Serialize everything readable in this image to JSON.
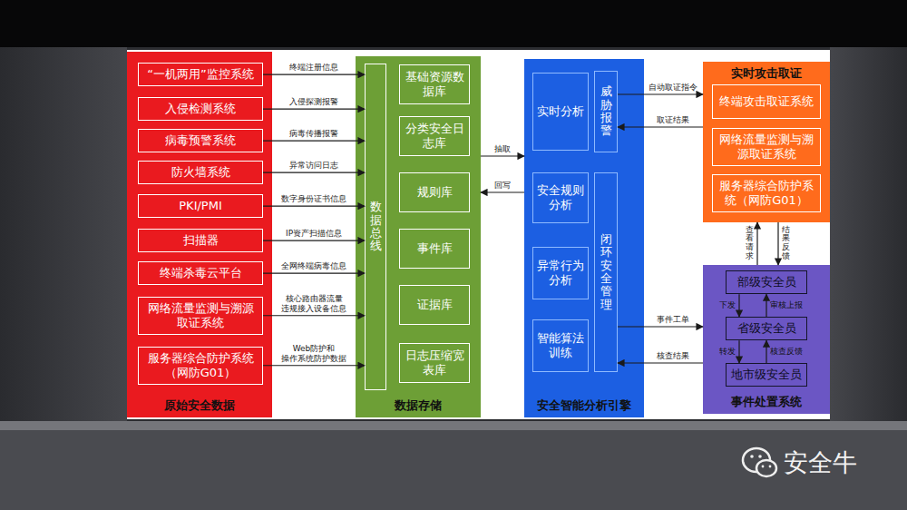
{
  "diagram": {
    "nodes": [
      {
        "text": [
          "原始安全数据"
        ]
      },
      {
        "text": [
          "“一机两用”监控系统"
        ],
        "in": 0
      },
      {
        "text": [
          "入侵检测系统"
        ],
        "in": 0
      },
      {
        "text": [
          "病毒预警系统"
        ],
        "in": 0
      },
      {
        "text": [
          "防火墙系统"
        ],
        "in": 0
      },
      {
        "text": [
          "PKI/PMI"
        ],
        "in": 0
      },
      {
        "text": [
          "扫描器"
        ],
        "in": 0
      },
      {
        "text": [
          "终端杀毒云平台"
        ],
        "in": 0
      },
      {
        "text": [
          "网络流量监测与溯源取证系统"
        ],
        "in": 0
      },
      {
        "text": [
          "服务器综合防护系统（网防G01）"
        ],
        "in": 0
      },
      {
        "text": [
          "数据存储"
        ]
      },
      {
        "text": [
          "数据总线"
        ],
        "in": 10
      },
      {
        "text": [
          "基础资源数据库"
        ],
        "in": 10
      },
      {
        "text": [
          "分类安全日志库"
        ],
        "in": 10
      },
      {
        "text": [
          "规则库"
        ],
        "in": 10
      },
      {
        "text": [
          "事件库"
        ],
        "in": 10
      },
      {
        "text": [
          "证据库"
        ],
        "in": 10
      },
      {
        "text": [
          "日志压缩宽表库"
        ],
        "in": 10
      },
      {
        "text": [
          "安全智能分析引擎"
        ]
      },
      {
        "text": [
          "实时分析"
        ],
        "in": 18
      },
      {
        "text": [
          "威胁报警"
        ],
        "in": 18
      },
      {
        "text": [
          "安全规则分析"
        ],
        "in": 18
      },
      {
        "text": [
          "异常行为分析"
        ],
        "in": 18
      },
      {
        "text": [
          "智能算法训练"
        ],
        "in": 18
      },
      {
        "text": [
          "闭环安全管理"
        ],
        "in": 18
      },
      {
        "text": [
          "实时攻击取证"
        ]
      },
      {
        "text": [
          "终端攻击取证系统"
        ],
        "in": 25
      },
      {
        "text": [
          "网络流量监测与溯源取证系统"
        ],
        "in": 25
      },
      {
        "text": [
          "服务器综合防护系统（网防G01）"
        ],
        "in": 25
      },
      {
        "text": [
          "事件处置系统"
        ]
      },
      {
        "text": [
          "部级安全员"
        ],
        "in": 29
      },
      {
        "text": [
          "省级安全员"
        ],
        "in": 29
      },
      {
        "text": [
          "地市级安全员"
        ],
        "in": 29
      }
    ],
    "edges": [
      {
        "from": 1,
        "to": 11,
        "arrow": "to",
        "label": "终端注册信息"
      },
      {
        "from": 2,
        "to": 11,
        "arrow": "to",
        "label": "入侵探测报警"
      },
      {
        "from": 3,
        "to": 11,
        "arrow": "to",
        "label": "病毒传播报警"
      },
      {
        "from": 4,
        "to": 11,
        "arrow": "to",
        "label": "异常访问日志"
      },
      {
        "from": 5,
        "to": 11,
        "arrow": "to",
        "label": "数字身份证书信息"
      },
      {
        "from": 6,
        "to": 11,
        "arrow": "to",
        "label": "IP资产扫描信息"
      },
      {
        "from": 7,
        "to": 11,
        "arrow": "to",
        "label": "全网终端病毒信息"
      },
      {
        "from": 8,
        "to": 11,
        "arrow": "to",
        "label": "核心路由器流量 违规接入设备信息"
      },
      {
        "from": 9,
        "to": 11,
        "arrow": "to",
        "label": "Web防护和 操作系统防护数据"
      },
      {
        "from": 10,
        "to": 18,
        "arrow": "to",
        "label": "抽取"
      },
      {
        "from": 18,
        "to": 10,
        "arrow": "to",
        "label": "回写"
      },
      {
        "from": 20,
        "to": 25,
        "arrow": "to",
        "label": "自动取证指令"
      },
      {
        "from": 25,
        "to": 20,
        "arrow": "to",
        "label": "取证结果"
      },
      {
        "from": 24,
        "to": 29,
        "arrow": "to",
        "label": "事件工单"
      },
      {
        "from": 29,
        "to": 24,
        "arrow": "to",
        "label": "核查结果"
      },
      {
        "from": 29,
        "to": 25,
        "arrow": "to",
        "label": "查看请求"
      },
      {
        "from": 25,
        "to": 29,
        "arrow": "to",
        "label": "结果反馈"
      },
      {
        "from": 30,
        "to": 31,
        "arrow": "to",
        "label": "下发"
      },
      {
        "from": 31,
        "to": 30,
        "arrow": "to",
        "label": "审核上报"
      },
      {
        "from": 31,
        "to": 32,
        "arrow": "to",
        "label": "转发"
      },
      {
        "from": 32,
        "to": 31,
        "arrow": "to",
        "label": "核查反馈"
      }
    ],
    "labels": [
      "安全牛"
    ]
  }
}
